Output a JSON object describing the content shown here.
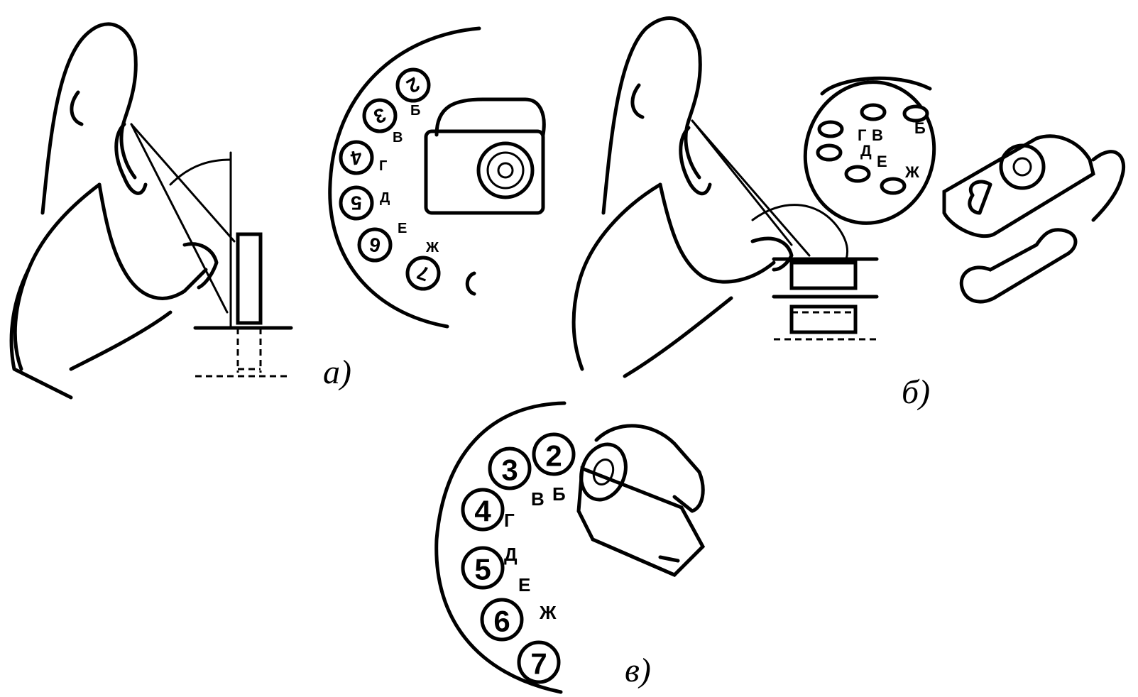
{
  "panels": {
    "a": {
      "caption": "а)",
      "dial": {
        "holes": [
          {
            "digit": "2",
            "letter": "Б"
          },
          {
            "digit": "3",
            "letter": "В"
          },
          {
            "digit": "4",
            "letter": "Г"
          },
          {
            "digit": "5",
            "letter": "Д"
          },
          {
            "digit": "6",
            "letter": "Е"
          },
          {
            "digit": "7",
            "letter": "Ж"
          }
        ]
      }
    },
    "b": {
      "caption": "б)",
      "dial_letters": [
        "Г",
        "В",
        "Б",
        "Д",
        "Е",
        "Ж"
      ]
    },
    "c": {
      "caption": "в)",
      "dial": {
        "holes": [
          {
            "digit": "2",
            "letter": "Б"
          },
          {
            "digit": "3",
            "letter": "В"
          },
          {
            "digit": "4",
            "letter": "Г"
          },
          {
            "digit": "5",
            "letter": "Д"
          },
          {
            "digit": "6",
            "letter": "Е"
          },
          {
            "digit": "7",
            "letter": "Ж"
          }
        ]
      }
    }
  }
}
